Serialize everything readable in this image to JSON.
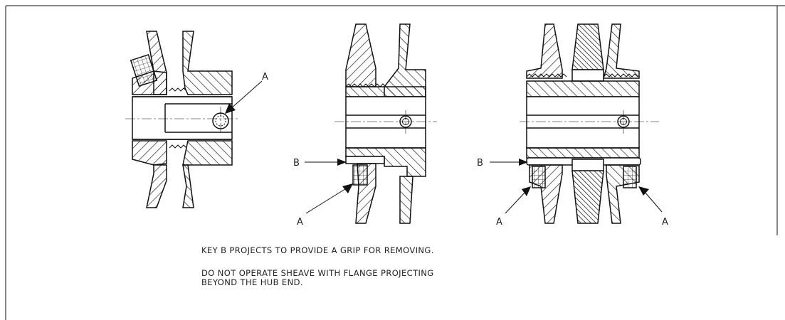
{
  "callouts": {
    "a": "A",
    "b": "B"
  },
  "notes": [
    "KEY B PROJECTS TO PROVIDE A GRIP FOR REMOVING.",
    "DO NOT OPERATE SHEAVE WITH FLANGE PROJECTING\nBEYOND THE HUB END."
  ],
  "colors": {
    "line": "#111111",
    "hatch": "#222222",
    "paper": "#ffffff"
  }
}
